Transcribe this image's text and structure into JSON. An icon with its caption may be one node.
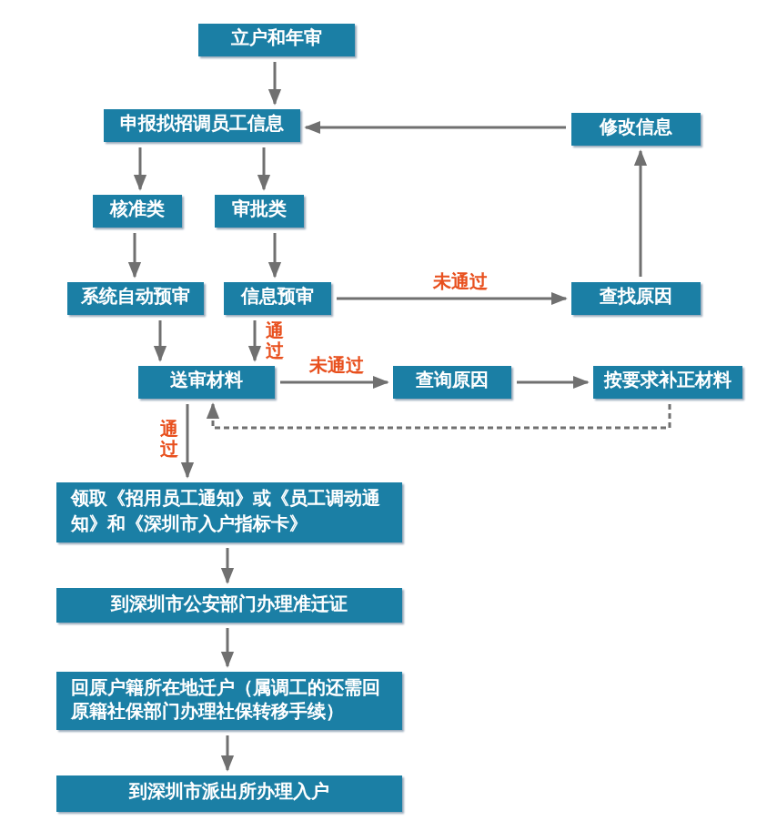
{
  "diagram": {
    "nodes": [
      {
        "text": [
          "立户和年审"
        ]
      },
      {
        "text": [
          "申报拟招调员工信息"
        ]
      },
      {
        "text": [
          "修改信息"
        ]
      },
      {
        "text": [
          "核准类"
        ]
      },
      {
        "text": [
          "审批类"
        ]
      },
      {
        "text": [
          "系统自动预审"
        ]
      },
      {
        "text": [
          "信息预审"
        ]
      },
      {
        "text": [
          "查找原因"
        ]
      },
      {
        "text": [
          "送审材料"
        ]
      },
      {
        "text": [
          "查询原因"
        ]
      },
      {
        "text": [
          "按要求补正材料"
        ]
      },
      {
        "text": [
          "领取《招用员工通知》或《员工调动通知》和《深圳市入户指标卡》"
        ]
      },
      {
        "text": [
          "到深圳市公安部门办理准迁证"
        ]
      },
      {
        "text": [
          "回原户籍所在地迁户（属调工的还需回原籍社保部门办理社保转移手续）"
        ]
      },
      {
        "text": [
          "到深圳市派出所办理入户"
        ]
      }
    ],
    "edges": [
      {
        "from": 0,
        "to": 1,
        "arrow": "to"
      },
      {
        "from": 2,
        "to": 1,
        "arrow": "to"
      },
      {
        "from": 1,
        "to": 3,
        "arrow": "to"
      },
      {
        "from": 1,
        "to": 4,
        "arrow": "to"
      },
      {
        "from": 3,
        "to": 5,
        "arrow": "to"
      },
      {
        "from": 4,
        "to": 6,
        "arrow": "to"
      },
      {
        "from": 6,
        "to": 7,
        "arrow": "to",
        "label": "未通过"
      },
      {
        "from": 7,
        "to": 2,
        "arrow": "to"
      },
      {
        "from": 5,
        "to": 8,
        "arrow": "to"
      },
      {
        "from": 6,
        "to": 8,
        "arrow": "to",
        "label": "通过"
      },
      {
        "from": 8,
        "to": 9,
        "arrow": "to",
        "label": "未通过"
      },
      {
        "from": 9,
        "to": 10,
        "arrow": "to"
      },
      {
        "from": 10,
        "to": 8,
        "arrow": "to",
        "style": "dashed"
      },
      {
        "from": 8,
        "to": 11,
        "arrow": "to",
        "label": "通过"
      },
      {
        "from": 11,
        "to": 12,
        "arrow": "to"
      },
      {
        "from": 12,
        "to": 13,
        "arrow": "to"
      },
      {
        "from": 13,
        "to": 14,
        "arrow": "to"
      }
    ]
  }
}
